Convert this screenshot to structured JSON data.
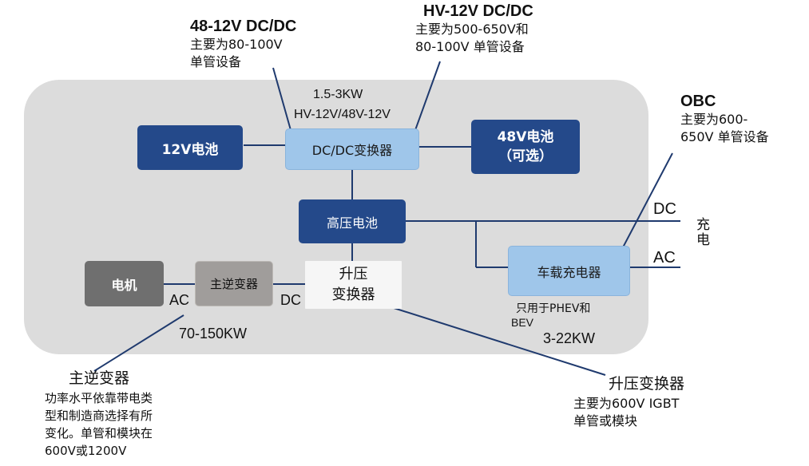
{
  "blocks": {
    "v12_battery": "12V电池",
    "dcdc_converter": "DC/DC变换器",
    "v48_battery_l1": "48V电池",
    "v48_battery_l2": "（可选）",
    "hv_battery": "高压电池",
    "motor": "电机",
    "main_inverter": "主逆变器",
    "boost_l1": "升压",
    "boost_l2": "变换器",
    "onboard_charger": "车载充电器"
  },
  "labels": {
    "dcdc_power": "1.5-3KW",
    "dcdc_voltage": "HV-12V/48V-12V",
    "ac_left": "AC",
    "dc_left": "DC",
    "inverter_power": "70-150KW",
    "dc_right": "DC",
    "ac_right": "AC",
    "charging": "充电",
    "obc_note_l1": "只用于PHEV和",
    "obc_note_l2": "BEV",
    "obc_power": "3-22KW"
  },
  "callouts": {
    "dcdc48": {
      "title": "48-12V DC/DC",
      "l1": "主要为80-100V",
      "l2": "单管设备"
    },
    "hvdc": {
      "title": "HV-12V DC/DC",
      "l1": "主要为500-650V和",
      "l2": "80-100V 单管设备"
    },
    "obc": {
      "title": "OBC",
      "l1": "主要为600-",
      "l2": "650V 单管设备"
    },
    "inverter": {
      "title": "主逆变器",
      "l1": "功率水平依靠带电类",
      "l2": "型和制造商选择有所",
      "l3": "变化。单管和模块在",
      "l4": "600V或1200V"
    },
    "boost": {
      "title": "升压变换器",
      "l1": "主要为600V IGBT",
      "l2": "单管或模块"
    }
  },
  "colors": {
    "panel": "#dcdcdc",
    "dark_block": "#24498a",
    "light_block": "#9fc6ea",
    "line": "#1f3a6e"
  }
}
